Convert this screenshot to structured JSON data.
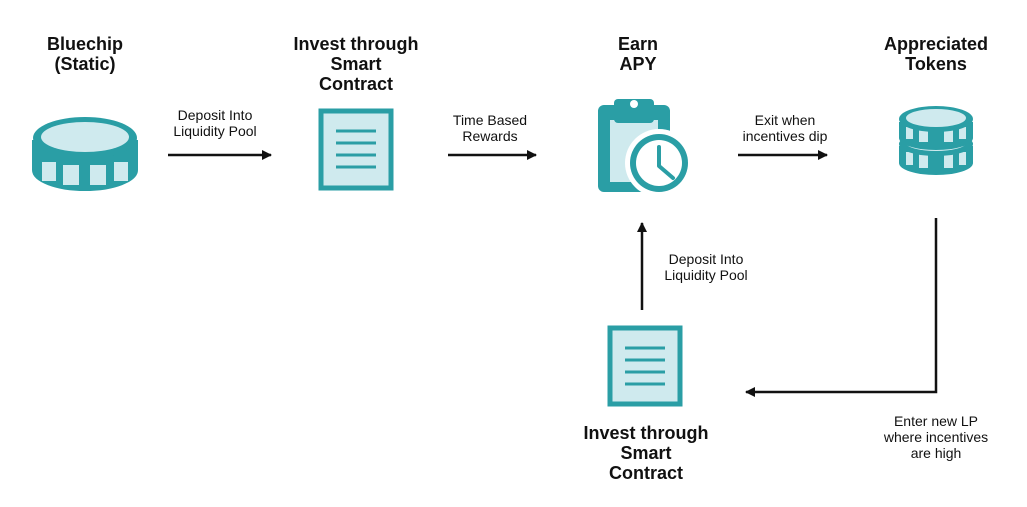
{
  "nodes": {
    "bluechip": {
      "title": "Bluechip\n(Static)",
      "icon": "coin-icon"
    },
    "invest_top": {
      "title": "Invest through\nSmart\nContract",
      "icon": "document-icon"
    },
    "earn": {
      "title": "Earn\nAPY",
      "icon": "clipboard-clock-icon"
    },
    "appreciated": {
      "title": "Appreciated\nTokens",
      "icon": "coin-stack-icon"
    },
    "invest_bottom": {
      "title": "Invest through\nSmart\nContract",
      "icon": "document-icon"
    }
  },
  "edges": {
    "deposit_top": "Deposit Into\nLiquidity Pool",
    "time_rewards": "Time Based\nRewards",
    "exit": "Exit when\nincentives dip",
    "deposit_up": "Deposit Into\nLiquidity Pool",
    "enter_new": "Enter new LP\nwhere incentives\nare high"
  },
  "colors": {
    "teal": "#2a9ea5",
    "light": "#cfeaee",
    "arrow": "#111111"
  }
}
